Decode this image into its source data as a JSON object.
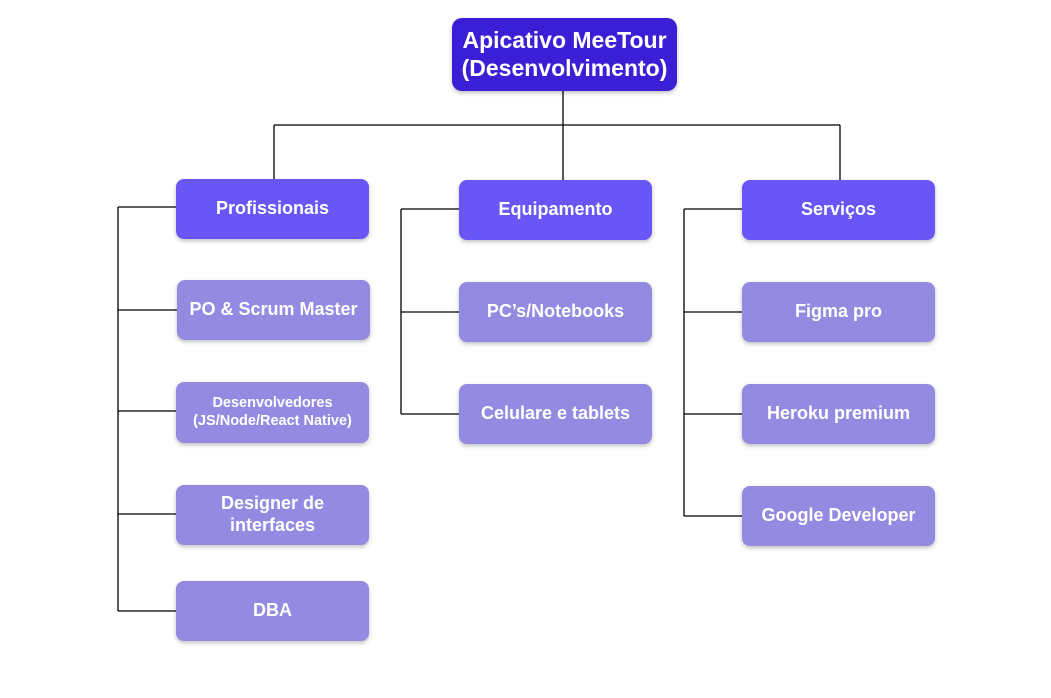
{
  "root": {
    "line1": "Apicativo MeeTour",
    "line2": "(Desenvolvimento)"
  },
  "columns": [
    {
      "title": "Profissionais",
      "items": [
        "PO & Scrum Master",
        "Desenvolvedores",
        "(JS/Node/React Native)",
        "Designer de",
        "interfaces",
        "DBA"
      ]
    },
    {
      "title": "Equipamento",
      "items": [
        "PC’s/Notebooks",
        "Celulare e tablets"
      ]
    },
    {
      "title": "Serviços",
      "items": [
        "Figma pro",
        "Heroku premium",
        "Google Developer"
      ]
    }
  ],
  "colors": {
    "root": "#3b1fd6",
    "category": "#6a55f7",
    "item": "#948ae2",
    "line": "#000000"
  }
}
